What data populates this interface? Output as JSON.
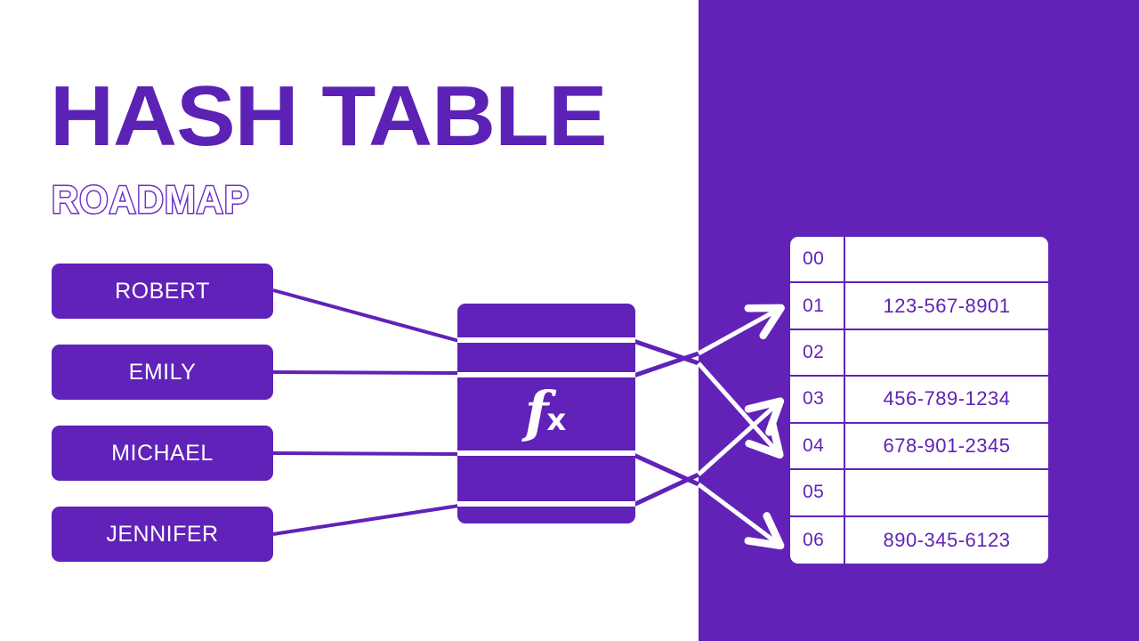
{
  "slide": {
    "title": "HASH TABLE",
    "subtitle": "ROADMAP",
    "colors": {
      "purple": "#6022b8",
      "panel_purple": "#6222b8",
      "title_purple": "#5c22b5",
      "white": "#ffffff"
    }
  },
  "keys": [
    {
      "label": "ROBERT"
    },
    {
      "label": "EMILY"
    },
    {
      "label": "MICHAEL"
    },
    {
      "label": "JENNIFER"
    }
  ],
  "hash_function": {
    "glyph": "f",
    "glyph_sub": "x",
    "icon_name": "function-fx-icon"
  },
  "table": {
    "rows": [
      {
        "index": "00",
        "value": ""
      },
      {
        "index": "01",
        "value": "123-567-8901"
      },
      {
        "index": "02",
        "value": ""
      },
      {
        "index": "03",
        "value": "456-789-1234"
      },
      {
        "index": "04",
        "value": "678-901-2345"
      },
      {
        "index": "05",
        "value": ""
      },
      {
        "index": "06",
        "value": "890-345-6123"
      }
    ]
  }
}
